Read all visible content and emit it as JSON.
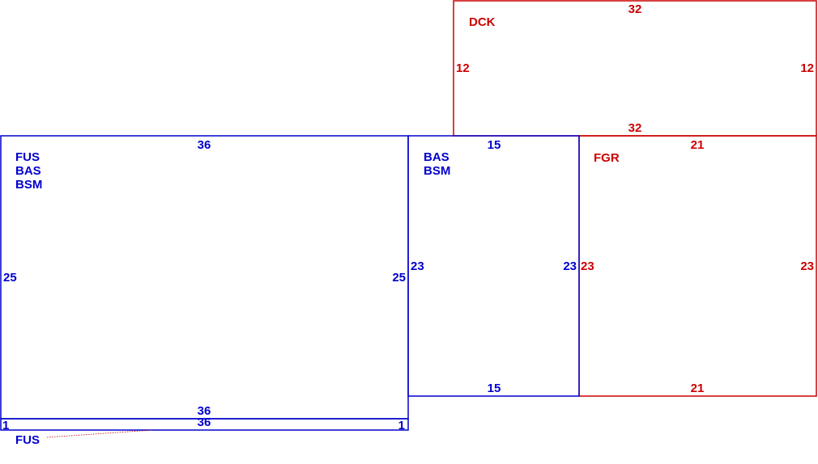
{
  "colors": {
    "group_a": "#0000cc",
    "group_b": "#cc0000"
  },
  "areas": [
    {
      "id": "dck",
      "color": "group_b",
      "labels": [
        "DCK"
      ],
      "dims": {
        "top": "32",
        "bottom": "32",
        "left": "12",
        "right": "12"
      }
    },
    {
      "id": "main",
      "color": "group_a",
      "labels": [
        "FUS",
        "BAS",
        "BSM"
      ],
      "dims": {
        "top": "36",
        "bottom": "36",
        "left": "25",
        "right": "25"
      }
    },
    {
      "id": "mid",
      "color": "group_a",
      "labels": [
        "BAS",
        "BSM"
      ],
      "dims": {
        "top": "15",
        "bottom": "15",
        "left": "23",
        "right": "23"
      }
    },
    {
      "id": "fgr",
      "color": "group_b",
      "labels": [
        "FGR"
      ],
      "dims": {
        "top": "21",
        "bottom": "21",
        "left": "23",
        "right": "23"
      }
    },
    {
      "id": "strip",
      "color": "group_a",
      "labels": [
        "FUS"
      ],
      "dims": {
        "top": "36",
        "left": "1",
        "right": "1"
      }
    }
  ]
}
